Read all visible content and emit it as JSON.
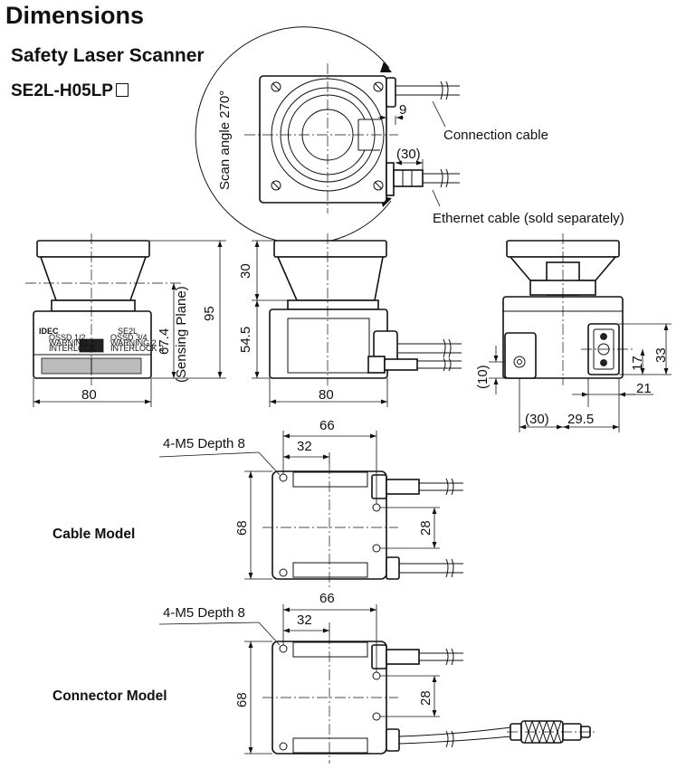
{
  "header": {
    "page_title": "Dimensions",
    "product": "Safety Laser Scanner",
    "model": "SE2L-H05LP"
  },
  "top_view": {
    "scan_angle": "Scan angle 270°",
    "dim_9": "9",
    "dim_30": "(30)",
    "connection_cable": "Connection cable",
    "ethernet_cable": "Ethernet cable (sold separately)"
  },
  "front_view": {
    "width": "80",
    "height": "95",
    "sensing_plane_value": "67.4",
    "sensing_plane_label": "(Sensing Plane)",
    "panel": {
      "brand": "IDEC",
      "model": "SE2L",
      "ossd12": "OSSD 1/2",
      "ossd34": "OSSD 3/4",
      "warning1": "WARNING 1",
      "warning2": "WARNING 2",
      "interlock": "INTERLOCK",
      "interlock2": "INTERLOCK 2"
    }
  },
  "side_view": {
    "width": "80",
    "head": "30",
    "body": "54.5"
  },
  "rear_view": {
    "dim_10": "(10)",
    "dim_17": "17",
    "dim_33": "33",
    "dim_21": "21",
    "dim_30": "(30)",
    "dim_29_5": "29.5"
  },
  "cable_model": {
    "label": "Cable Model",
    "holes": "4-M5 Depth 8",
    "width": "66",
    "hole_spacing": "32",
    "height": "68",
    "offset": "28"
  },
  "connector_model": {
    "label": "Connector Model",
    "holes": "4-M5 Depth 8",
    "width": "66",
    "hole_spacing": "32",
    "height": "68",
    "offset": "28"
  }
}
